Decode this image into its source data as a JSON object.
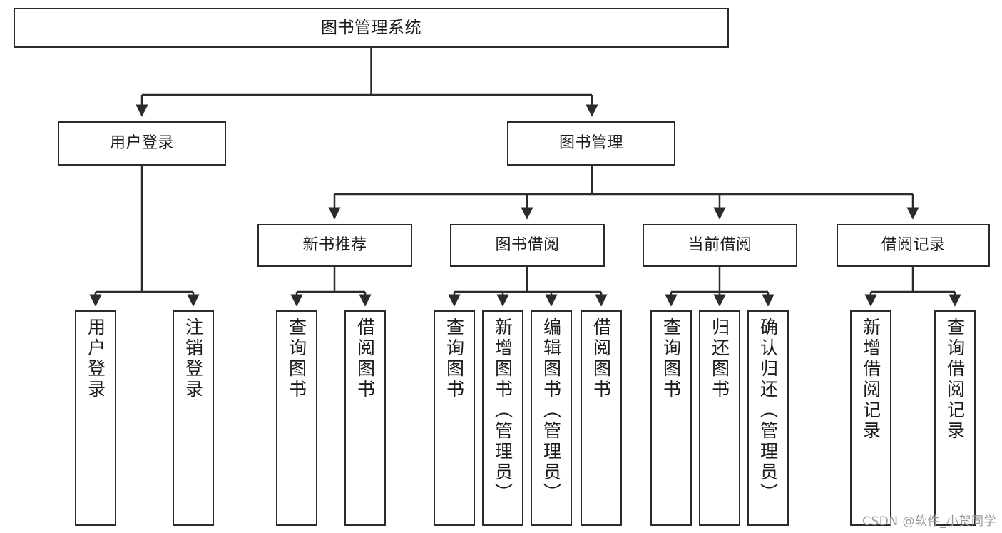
{
  "diagram": {
    "title": "图书管理系统",
    "type": "tree-hierarchy",
    "orientation": "top-down",
    "stroke_color": "#2b2b2b",
    "fill_color": "#ffffff",
    "text_color": "#1c1c1c"
  },
  "watermark": {
    "text": "CSDN @软件_小贺同学",
    "color": "#9a9a9a"
  },
  "nodes": {
    "root": {
      "label": "图书管理系统"
    },
    "level2": [
      {
        "id": "user-login",
        "label": "用户登录"
      },
      {
        "id": "book-manage",
        "label": "图书管理"
      }
    ],
    "level3": [
      {
        "id": "new-book-recommend",
        "label": "新书推荐"
      },
      {
        "id": "book-borrow",
        "label": "图书借阅"
      },
      {
        "id": "current-borrow",
        "label": "当前借阅"
      },
      {
        "id": "borrow-record",
        "label": "借阅记录"
      }
    ],
    "leaves": {
      "user-login": [
        {
          "id": "leaf-user-login",
          "label": "用户登录"
        },
        {
          "id": "leaf-logout-login",
          "label": "注销登录"
        }
      ],
      "new-book-recommend": [
        {
          "id": "leaf-query-book-1",
          "label": "查询图书"
        },
        {
          "id": "leaf-borrow-book-1",
          "label": "借阅图书"
        }
      ],
      "book-borrow": [
        {
          "id": "leaf-query-book-2",
          "label": "查询图书"
        },
        {
          "id": "leaf-add-book-admin",
          "label": "新增图书（管理员）"
        },
        {
          "id": "leaf-edit-book-admin",
          "label": "编辑图书（管理员）"
        },
        {
          "id": "leaf-borrow-book-2",
          "label": "借阅图书"
        }
      ],
      "current-borrow": [
        {
          "id": "leaf-query-book-3",
          "label": "查询图书"
        },
        {
          "id": "leaf-return-book",
          "label": "归还图书"
        },
        {
          "id": "leaf-confirm-return-admin",
          "label": "确认归还（管理员）"
        }
      ],
      "borrow-record": [
        {
          "id": "leaf-add-borrow-record",
          "label": "新增借阅记录"
        },
        {
          "id": "leaf-query-borrow-record",
          "label": "查询借阅记录"
        }
      ]
    }
  }
}
